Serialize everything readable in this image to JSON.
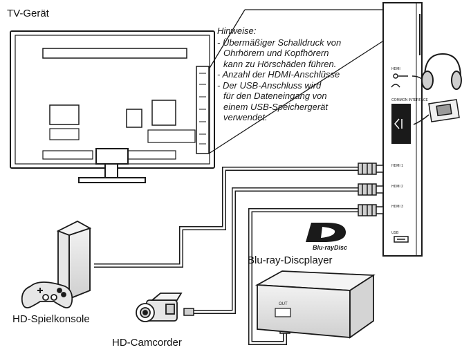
{
  "tv_label": "TV-Gerät",
  "notes": {
    "title": "Hinweise:",
    "items": [
      [
        "- Übermäßiger Schalldruck von",
        "Ohrhörern und Kopfhörern",
        "kann zu Hörschäden führen."
      ],
      [
        "- Anzahl der HDMI-Anschlüsse"
      ],
      [
        "- Der USB-Anschluss wird",
        "für den Dateneingang von",
        "einem USB-Speichergerät",
        "verwendet."
      ]
    ]
  },
  "devices": {
    "game_console": "HD-Spielkonsole",
    "camcorder": "HD-Camcorder",
    "bluray_player": "Blu-ray-Discplayer",
    "bluray_logo_text": "Blu-rayDisc",
    "player_port_label": "OUT"
  },
  "panel_labels": {
    "headphone": "HDMI",
    "ci_slot": "COMMON INTERFACE",
    "hdmi1": "HDMI 1",
    "hdmi2": "HDMI 2",
    "hdmi3": "HDMI 3",
    "usb": "USB"
  },
  "colors": {
    "line": "#1a1a1a",
    "cable_fill": "#d9d9d9",
    "device_fill": "#e6e6e6"
  }
}
